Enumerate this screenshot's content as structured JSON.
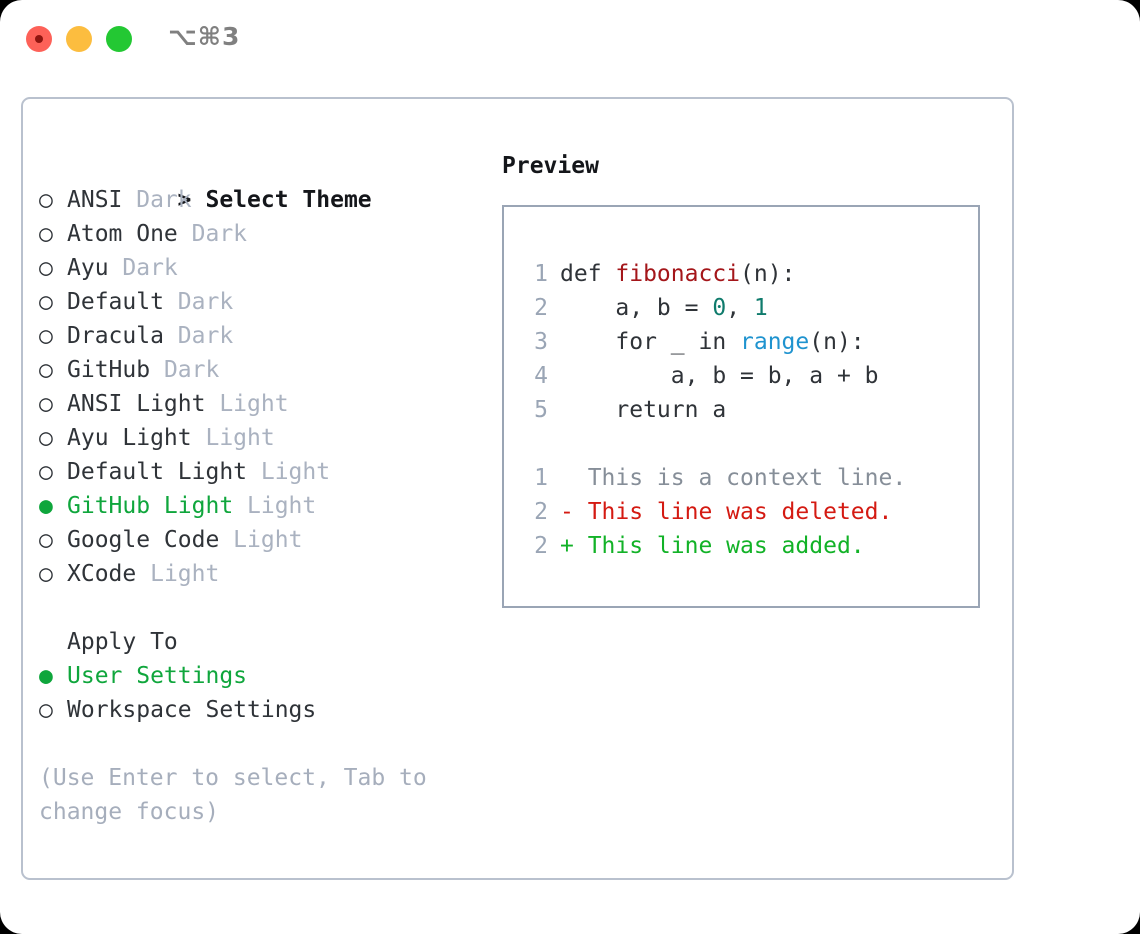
{
  "titlebar": {
    "shortcut": "⌥⌘3",
    "lights": [
      "close-red",
      "minimize-yellow",
      "maximize-green"
    ]
  },
  "colors": {
    "accent_green": "#0fa63c",
    "muted": "#aab2c0",
    "hint": "#a6aebc",
    "border_panel": "#b9c1ce",
    "border_preview": "#9aa5b5",
    "code_fn": "#a4161a",
    "code_num": "#0f7b6c",
    "code_builtin": "#1f93cf",
    "diff_add": "#12b227",
    "diff_del": "#d41a12"
  },
  "theme_picker": {
    "heading_marker": ">",
    "heading": "Select Theme",
    "unselected_marker": "○",
    "selected_marker": "●",
    "items": [
      {
        "name": "ANSI",
        "variant": "Dark",
        "selected": false
      },
      {
        "name": "Atom One",
        "variant": "Dark",
        "selected": false
      },
      {
        "name": "Ayu",
        "variant": "Dark",
        "selected": false
      },
      {
        "name": "Default",
        "variant": "Dark",
        "selected": false
      },
      {
        "name": "Dracula",
        "variant": "Dark",
        "selected": false
      },
      {
        "name": "GitHub",
        "variant": "Dark",
        "selected": false
      },
      {
        "name": "ANSI Light",
        "variant": "Light",
        "selected": false
      },
      {
        "name": "Ayu Light",
        "variant": "Light",
        "selected": false
      },
      {
        "name": "Default Light",
        "variant": "Light",
        "selected": false
      },
      {
        "name": "GitHub Light",
        "variant": "Light",
        "selected": true
      },
      {
        "name": "Google Code",
        "variant": "Light",
        "selected": false
      },
      {
        "name": "XCode",
        "variant": "Light",
        "selected": false
      }
    ]
  },
  "apply_to": {
    "heading": "Apply To",
    "options": [
      {
        "name": "User Settings",
        "selected": true
      },
      {
        "name": "Workspace Settings",
        "selected": false
      }
    ]
  },
  "hint": "(Use Enter to select, Tab to change focus)",
  "preview": {
    "title": "Preview",
    "code_lines": [
      {
        "num": "1",
        "tokens": [
          {
            "t": "def ",
            "k": "plain"
          },
          {
            "t": "fibonacci",
            "k": "fn"
          },
          {
            "t": "(n):",
            "k": "plain"
          }
        ]
      },
      {
        "num": "2",
        "tokens": [
          {
            "t": "    a, b = ",
            "k": "plain"
          },
          {
            "t": "0",
            "k": "num"
          },
          {
            "t": ", ",
            "k": "plain"
          },
          {
            "t": "1",
            "k": "num"
          }
        ]
      },
      {
        "num": "3",
        "tokens": [
          {
            "t": "    for _ in ",
            "k": "plain"
          },
          {
            "t": "range",
            "k": "builtin"
          },
          {
            "t": "(n):",
            "k": "plain"
          }
        ]
      },
      {
        "num": "4",
        "tokens": [
          {
            "t": "        a, b = b, a + b",
            "k": "plain"
          }
        ]
      },
      {
        "num": "5",
        "tokens": [
          {
            "t": "    return a",
            "k": "plain"
          }
        ]
      }
    ],
    "diff_lines": [
      {
        "num": "1",
        "sign": " ",
        "text": " This is a context line.",
        "kind": "context"
      },
      {
        "num": "2",
        "sign": "-",
        "text": " This line was deleted.",
        "kind": "deleted"
      },
      {
        "num": "2",
        "sign": "+",
        "text": " This line was added.",
        "kind": "added"
      }
    ]
  }
}
